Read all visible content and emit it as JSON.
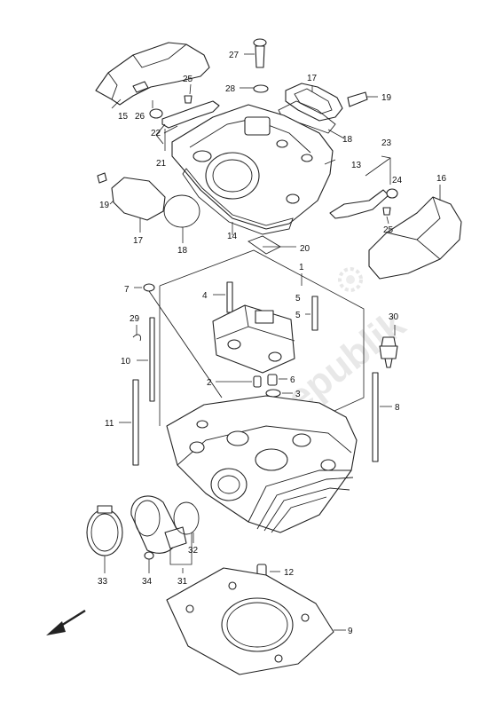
{
  "watermark": "PartsRepublik",
  "callouts": [
    {
      "id": "n1",
      "text": "1"
    },
    {
      "id": "n2",
      "text": "2"
    },
    {
      "id": "n3",
      "text": "3"
    },
    {
      "id": "n4",
      "text": "4"
    },
    {
      "id": "n5a",
      "text": "5"
    },
    {
      "id": "n5b",
      "text": "5"
    },
    {
      "id": "n6",
      "text": "6"
    },
    {
      "id": "n7",
      "text": "7"
    },
    {
      "id": "n8",
      "text": "8"
    },
    {
      "id": "n9",
      "text": "9"
    },
    {
      "id": "n10",
      "text": "10"
    },
    {
      "id": "n11",
      "text": "11"
    },
    {
      "id": "n12",
      "text": "12"
    },
    {
      "id": "n13",
      "text": "13"
    },
    {
      "id": "n14",
      "text": "14"
    },
    {
      "id": "n15",
      "text": "15"
    },
    {
      "id": "n16",
      "text": "16"
    },
    {
      "id": "n17a",
      "text": "17"
    },
    {
      "id": "n17b",
      "text": "17"
    },
    {
      "id": "n18a",
      "text": "18"
    },
    {
      "id": "n18b",
      "text": "18"
    },
    {
      "id": "n19a",
      "text": "19"
    },
    {
      "id": "n19b",
      "text": "19"
    },
    {
      "id": "n20",
      "text": "20"
    },
    {
      "id": "n21",
      "text": "21"
    },
    {
      "id": "n22",
      "text": "22"
    },
    {
      "id": "n23",
      "text": "23"
    },
    {
      "id": "n24",
      "text": "24"
    },
    {
      "id": "n25a",
      "text": "25"
    },
    {
      "id": "n25b",
      "text": "25"
    },
    {
      "id": "n26",
      "text": "26"
    },
    {
      "id": "n27",
      "text": "27"
    },
    {
      "id": "n28",
      "text": "28"
    },
    {
      "id": "n29",
      "text": "29"
    },
    {
      "id": "n30",
      "text": "30"
    },
    {
      "id": "n31",
      "text": "31"
    },
    {
      "id": "n32",
      "text": "32"
    },
    {
      "id": "n33",
      "text": "33"
    },
    {
      "id": "n34",
      "text": "34"
    }
  ]
}
